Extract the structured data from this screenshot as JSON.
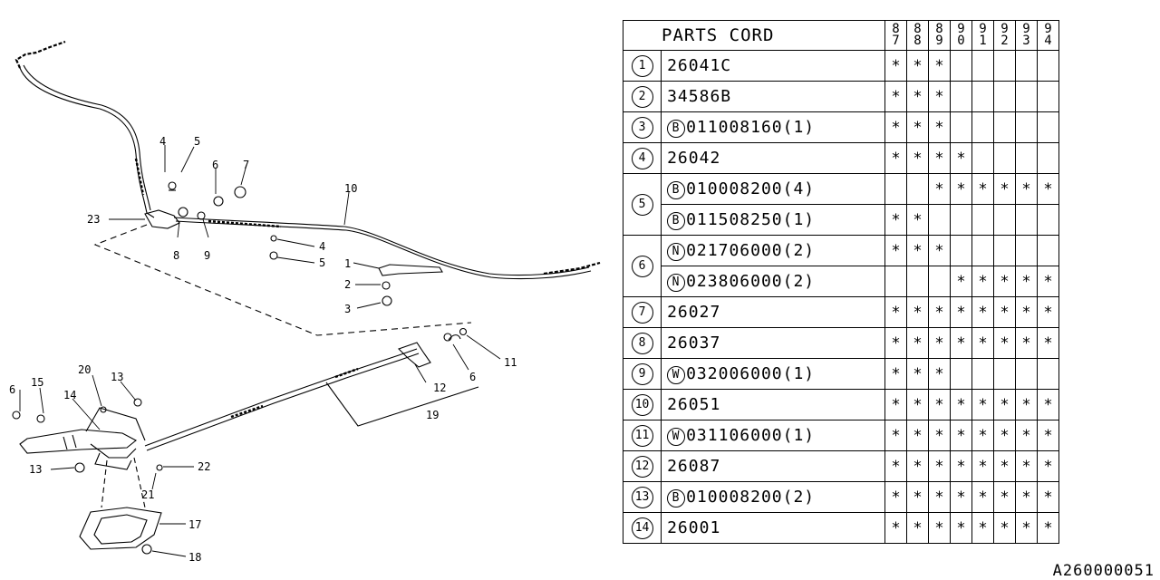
{
  "table": {
    "header": "PARTS CORD",
    "years": [
      [
        "8",
        "7"
      ],
      [
        "8",
        "8"
      ],
      [
        "8",
        "9"
      ],
      [
        "9",
        "0"
      ],
      [
        "9",
        "1"
      ],
      [
        "9",
        "2"
      ],
      [
        "9",
        "3"
      ],
      [
        "9",
        "4"
      ]
    ],
    "rows": [
      {
        "num": "1",
        "entries": [
          {
            "prefix": "",
            "code": "26041C",
            "marks": [
              "*",
              "*",
              "*",
              "",
              "",
              "",
              "",
              ""
            ]
          }
        ]
      },
      {
        "num": "2",
        "entries": [
          {
            "prefix": "",
            "code": "34586B",
            "marks": [
              "*",
              "*",
              "*",
              "",
              "",
              "",
              "",
              ""
            ]
          }
        ]
      },
      {
        "num": "3",
        "entries": [
          {
            "prefix": "B",
            "code": "011008160(1)",
            "marks": [
              "*",
              "*",
              "*",
              "",
              "",
              "",
              "",
              ""
            ]
          }
        ]
      },
      {
        "num": "4",
        "entries": [
          {
            "prefix": "",
            "code": "26042",
            "marks": [
              "*",
              "*",
              "*",
              "*",
              "",
              "",
              "",
              ""
            ]
          }
        ]
      },
      {
        "num": "5",
        "entries": [
          {
            "prefix": "B",
            "code": "010008200(4)",
            "marks": [
              "",
              "",
              "*",
              "*",
              "*",
              "*",
              "*",
              "*"
            ]
          },
          {
            "prefix": "B",
            "code": "011508250(1)",
            "marks": [
              "*",
              "*",
              "",
              "",
              "",
              "",
              "",
              ""
            ]
          }
        ]
      },
      {
        "num": "6",
        "entries": [
          {
            "prefix": "N",
            "code": "021706000(2)",
            "marks": [
              "*",
              "*",
              "*",
              "",
              "",
              "",
              "",
              ""
            ]
          },
          {
            "prefix": "N",
            "code": "023806000(2)",
            "marks": [
              "",
              "",
              "",
              "*",
              "*",
              "*",
              "*",
              "*"
            ]
          }
        ]
      },
      {
        "num": "7",
        "entries": [
          {
            "prefix": "",
            "code": "26027",
            "marks": [
              "*",
              "*",
              "*",
              "*",
              "*",
              "*",
              "*",
              "*"
            ]
          }
        ]
      },
      {
        "num": "8",
        "entries": [
          {
            "prefix": "",
            "code": "26037",
            "marks": [
              "*",
              "*",
              "*",
              "*",
              "*",
              "*",
              "*",
              "*"
            ]
          }
        ]
      },
      {
        "num": "9",
        "entries": [
          {
            "prefix": "W",
            "code": "032006000(1)",
            "marks": [
              "*",
              "*",
              "*",
              "",
              "",
              "",
              "",
              ""
            ]
          }
        ]
      },
      {
        "num": "10",
        "entries": [
          {
            "prefix": "",
            "code": "26051",
            "marks": [
              "*",
              "*",
              "*",
              "*",
              "*",
              "*",
              "*",
              "*"
            ]
          }
        ]
      },
      {
        "num": "11",
        "entries": [
          {
            "prefix": "W",
            "code": "031106000(1)",
            "marks": [
              "*",
              "*",
              "*",
              "*",
              "*",
              "*",
              "*",
              "*"
            ]
          }
        ]
      },
      {
        "num": "12",
        "entries": [
          {
            "prefix": "",
            "code": "26087",
            "marks": [
              "*",
              "*",
              "*",
              "*",
              "*",
              "*",
              "*",
              "*"
            ]
          }
        ]
      },
      {
        "num": "13",
        "entries": [
          {
            "prefix": "B",
            "code": "010008200(2)",
            "marks": [
              "*",
              "*",
              "*",
              "*",
              "*",
              "*",
              "*",
              "*"
            ]
          }
        ]
      },
      {
        "num": "14",
        "entries": [
          {
            "prefix": "",
            "code": "26001",
            "marks": [
              "*",
              "*",
              "*",
              "*",
              "*",
              "*",
              "*",
              "*"
            ]
          }
        ]
      }
    ]
  },
  "diagram": {
    "callouts": {
      "c1": "1",
      "c2": "2",
      "c3": "3",
      "c4a": "4",
      "c4b": "4",
      "c5a": "5",
      "c5b": "5",
      "c6a": "6",
      "c6b": "6",
      "c6c": "6",
      "c7": "7",
      "c8": "8",
      "c9": "9",
      "c10": "10",
      "c11": "11",
      "c12": "12",
      "c13a": "13",
      "c13b": "13",
      "c14": "14",
      "c15": "15",
      "c17": "17",
      "c18": "18",
      "c19": "19",
      "c20": "20",
      "c21": "21",
      "c22": "22",
      "c23": "23"
    }
  },
  "reference_code": "A260000051"
}
